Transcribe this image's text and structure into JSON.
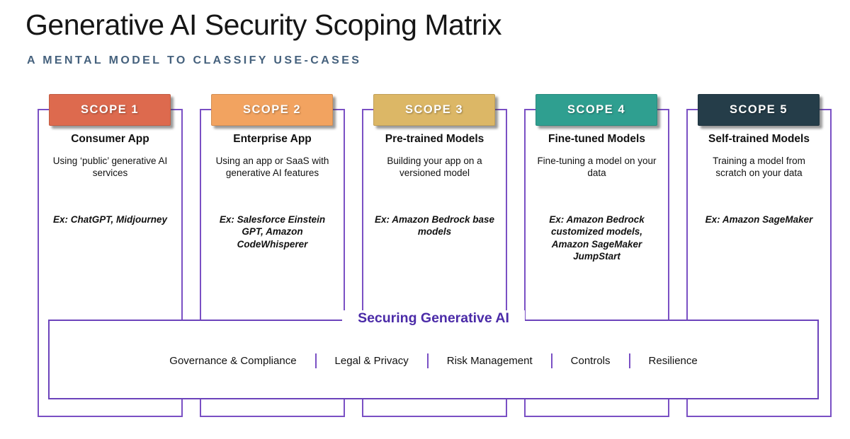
{
  "header": {
    "title": "Generative AI Security Scoping Matrix",
    "subtitle": "A MENTAL MODEL TO CLASSIFY USE-CASES"
  },
  "scopes": [
    {
      "badge": "SCOPE 1",
      "color": "#dd6a4e",
      "name": "Consumer App",
      "description": "Using ‘public’ generative AI services",
      "example": "Ex: ChatGPT, Midjourney"
    },
    {
      "badge": "SCOPE 2",
      "color": "#f2a360",
      "name": "Enterprise App",
      "description": "Using an app or SaaS with generative AI features",
      "example": "Ex: Salesforce Einstein GPT, Amazon CodeWhisperer"
    },
    {
      "badge": "SCOPE 3",
      "color": "#dcb766",
      "name": "Pre-trained Models",
      "description": "Building your app on a versioned model",
      "example": "Ex: Amazon Bedrock base models"
    },
    {
      "badge": "SCOPE 4",
      "color": "#2f9f90",
      "name": "Fine-tuned Models",
      "description": "Fine-tuning a model on your data",
      "example": "Ex: Amazon Bedrock customized models, Amazon SageMaker JumpStart"
    },
    {
      "badge": "SCOPE 5",
      "color": "#253d49",
      "name": "Self-trained Models",
      "description": "Training a model from scratch on your data",
      "example": "Ex: Amazon SageMaker"
    }
  ],
  "securing": {
    "title": "Securing Generative AI",
    "items": [
      "Governance & Compliance",
      "Legal & Privacy",
      "Risk Management",
      "Controls",
      "Resilience"
    ]
  },
  "colors": {
    "column_border": "#7a50c4",
    "securing_border": "#6c43bb",
    "securing_title_text": "#4b2ba8",
    "subtitle_text": "#45617d"
  }
}
